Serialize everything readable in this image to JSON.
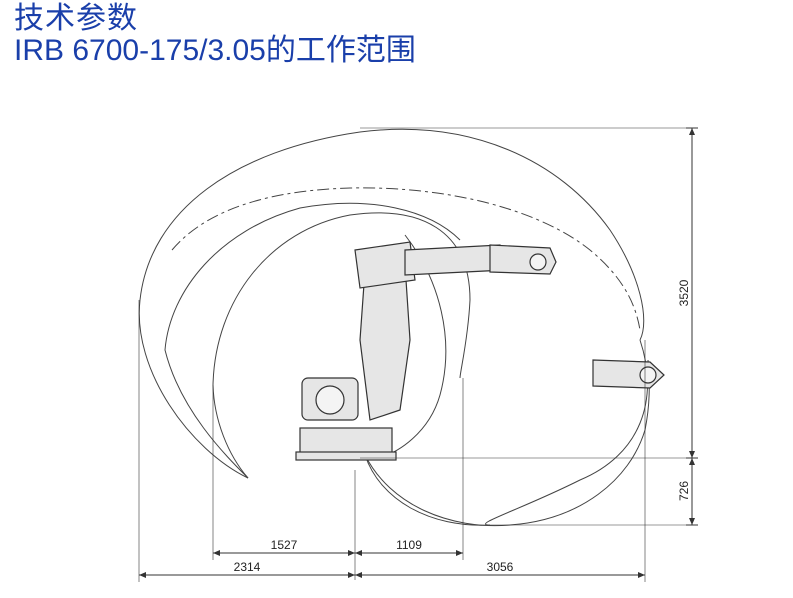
{
  "title": {
    "line1": "技术参数",
    "line2": "IRB 6700-175/3.05的工作范围"
  },
  "dimensions": {
    "reach_left_inner": "1527",
    "reach_right_inner": "1109",
    "reach_left_total": "2314",
    "reach_right_total": "3056",
    "height_upper": "3520",
    "height_lower": "726"
  },
  "colors": {
    "title": "#1a3faa",
    "line": "#333333",
    "robot_fill": "#e6e6e6"
  }
}
